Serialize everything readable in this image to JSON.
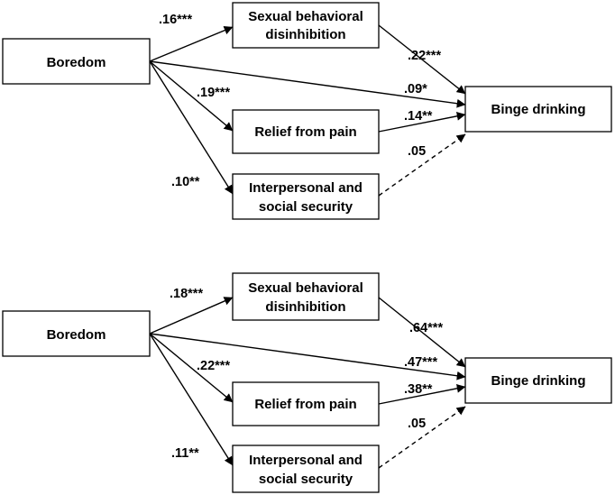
{
  "panels": [
    {
      "nodes": {
        "boredom": "Boredom",
        "sexual_line1": "Sexual behavioral",
        "sexual_line2": "disinhibition",
        "relief": "Relief from pain",
        "interpersonal_line1": "Interpersonal and",
        "interpersonal_line2": "social security",
        "binge": "Binge drinking"
      },
      "coefficients": {
        "boredom_sexual": ".16***",
        "boredom_relief": ".19***",
        "boredom_interpersonal": ".10**",
        "sexual_binge": ".22***",
        "boredom_binge": ".09*",
        "relief_binge": ".14**",
        "interpersonal_binge": ".05"
      },
      "nonsignificant_paths": [
        "interpersonal_binge"
      ]
    },
    {
      "nodes": {
        "boredom": "Boredom",
        "sexual_line1": "Sexual behavioral",
        "sexual_line2": "disinhibition",
        "relief": "Relief from pain",
        "interpersonal_line1": "Interpersonal and",
        "interpersonal_line2": "social security",
        "binge": "Binge drinking"
      },
      "coefficients": {
        "boredom_sexual": ".18***",
        "boredom_relief": ".22***",
        "boredom_interpersonal": ".11**",
        "sexual_binge": ".64***",
        "boredom_binge": ".47***",
        "relief_binge": ".38**",
        "interpersonal_binge": ".05"
      },
      "nonsignificant_paths": [
        "interpersonal_binge"
      ]
    }
  ]
}
